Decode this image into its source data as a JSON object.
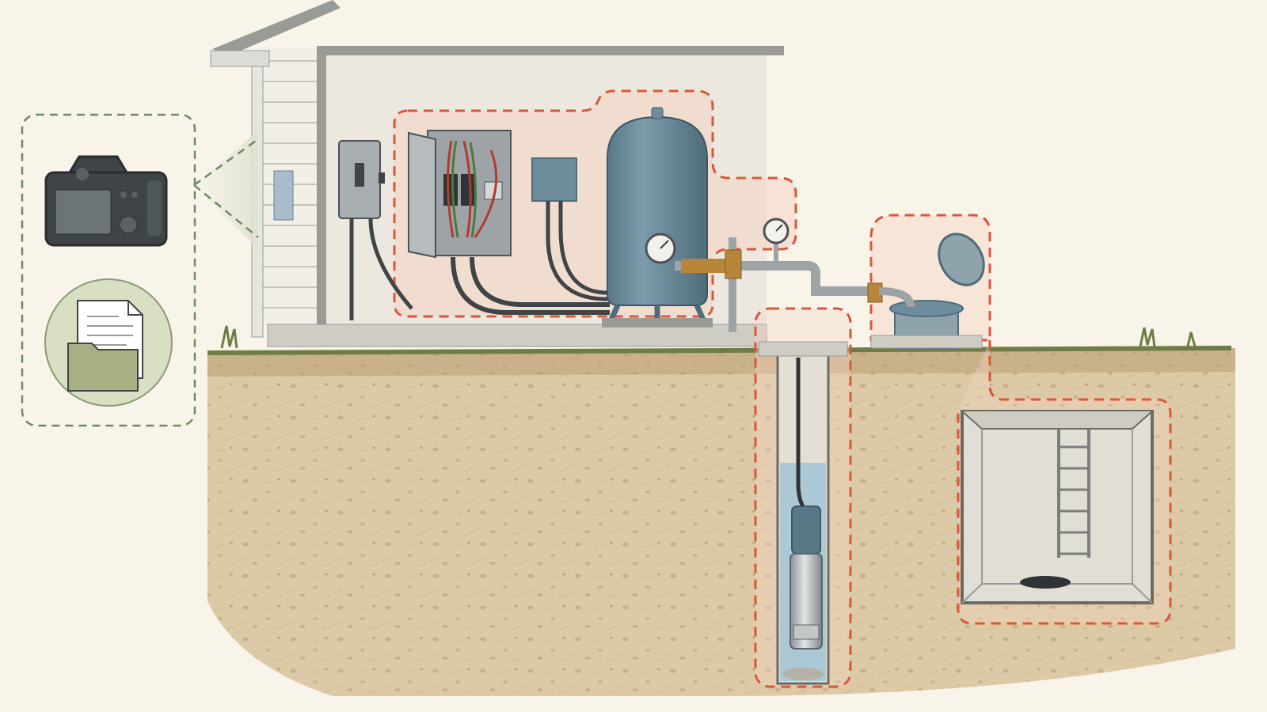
{
  "diagram": {
    "subject": "well-water-system-cutaway",
    "colors": {
      "background": "#f8f4ea",
      "soil": "#dcc9a6",
      "soil_dark": "#b99d74",
      "grass": "#6f7d45",
      "house_wall": "#ece8e0",
      "siding": "#f2efe8",
      "trim": "#9a9a96",
      "tank": "#6e8d9c",
      "tank_dark": "#4f6c7a",
      "brass": "#b8863b",
      "pipe": "#9ea4a6",
      "conduit": "#3f4446",
      "water": "#9cc3d4",
      "highlight_stroke": "#d9573a",
      "highlight_fill": "#f6d3c3",
      "callout_stroke": "#6f8a5e",
      "callout_fill": "#d8dfc2",
      "concrete": "#cfccc4"
    },
    "icons": [
      "camera-icon",
      "folder-document-icon"
    ],
    "highlighted_regions": [
      "equipment-room-region",
      "wellhead-region",
      "well-casing-region",
      "underground-vault-region"
    ]
  }
}
